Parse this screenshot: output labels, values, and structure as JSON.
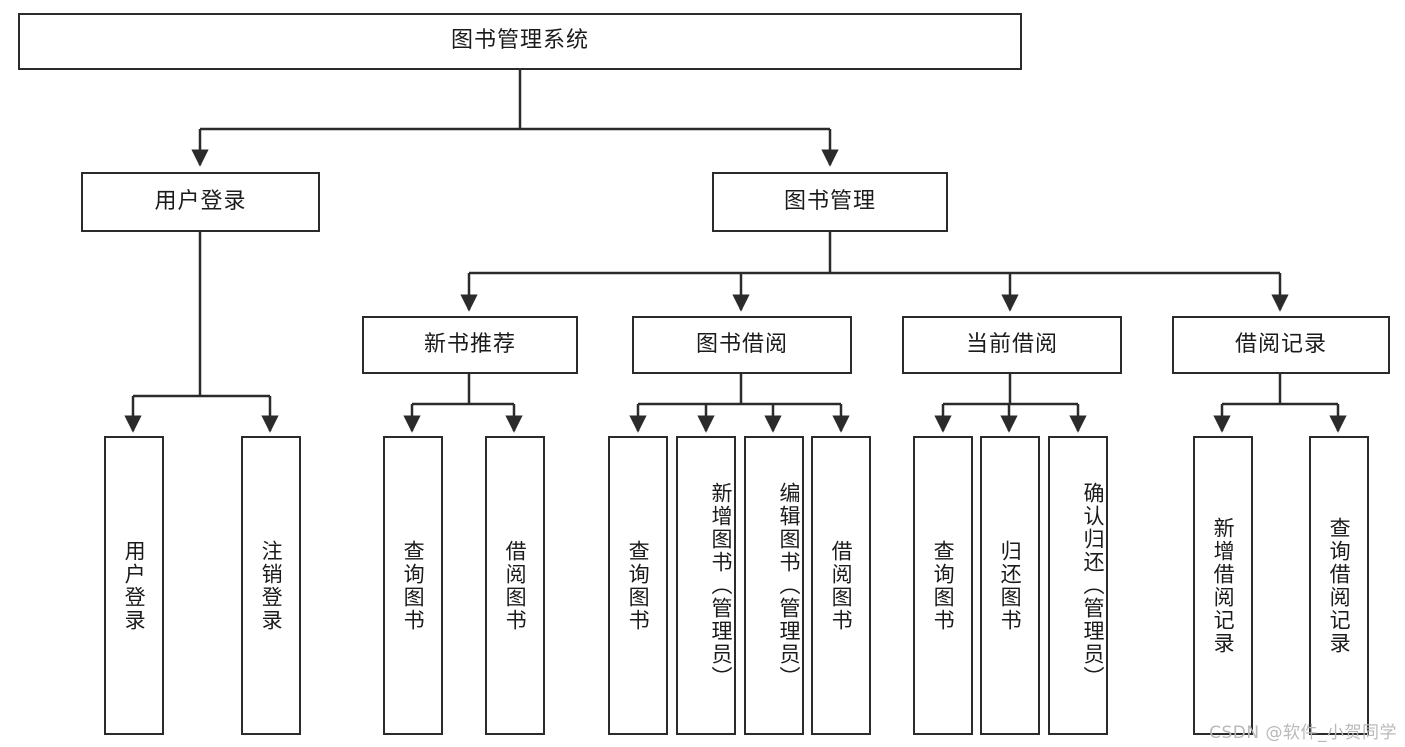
{
  "diagram": {
    "title": "图书管理系统",
    "type": "tree",
    "colors": {
      "box_border": "#2b2b2b",
      "box_fill": "#ffffff",
      "edge": "#2b2b2b",
      "text": "#1b1b1b",
      "watermark": "#b9b9b9",
      "background": "#ffffff"
    },
    "watermark": "CSDN @软件_小贺同学",
    "nodes": {
      "root": {
        "label": "图书管理系统"
      },
      "level2": [
        {
          "id": "user-login",
          "label": "用户登录"
        },
        {
          "id": "book-manage",
          "label": "图书管理"
        }
      ],
      "level3": [
        {
          "id": "new-book-recommend",
          "label": "新书推荐"
        },
        {
          "id": "book-borrow",
          "label": "图书借阅"
        },
        {
          "id": "current-borrow",
          "label": "当前借阅"
        },
        {
          "id": "borrow-record",
          "label": "借阅记录"
        }
      ],
      "leaves": [
        {
          "id": "leaf-user-login",
          "label": "用户登录",
          "parent": "user-login"
        },
        {
          "id": "leaf-logout-login",
          "label": "注销登录",
          "parent": "user-login"
        },
        {
          "id": "leaf-query-book-1",
          "label": "查询图书",
          "parent": "new-book-recommend"
        },
        {
          "id": "leaf-borrow-book-1",
          "label": "借阅图书",
          "parent": "new-book-recommend"
        },
        {
          "id": "leaf-query-book-2",
          "label": "查询图书",
          "parent": "book-borrow"
        },
        {
          "id": "leaf-add-book",
          "label": "新增图书（管理员）",
          "parent": "book-borrow"
        },
        {
          "id": "leaf-edit-book",
          "label": "编辑图书（管理员）",
          "parent": "book-borrow"
        },
        {
          "id": "leaf-borrow-book-2",
          "label": "借阅图书",
          "parent": "book-borrow"
        },
        {
          "id": "leaf-query-book-3",
          "label": "查询图书",
          "parent": "current-borrow"
        },
        {
          "id": "leaf-return-book",
          "label": "归还图书",
          "parent": "current-borrow"
        },
        {
          "id": "leaf-confirm-return",
          "label": "确认归还（管理员）",
          "parent": "current-borrow"
        },
        {
          "id": "leaf-add-record",
          "label": "新增借阅记录",
          "parent": "borrow-record"
        },
        {
          "id": "leaf-query-record",
          "label": "查询借阅记录",
          "parent": "borrow-record"
        }
      ]
    }
  }
}
